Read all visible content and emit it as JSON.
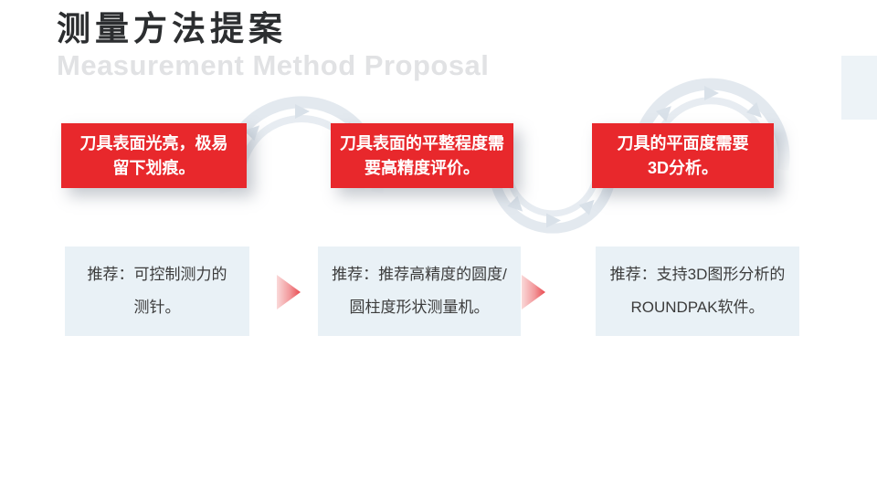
{
  "slide": {
    "title": "测量方法提案",
    "subtitle": "Measurement Method Proposal"
  },
  "problem_cards": [
    {
      "text": "刀具表面光亮，极易\n留下划痕。"
    },
    {
      "text": "刀具表面的平整程度需\n要高精度评价。"
    },
    {
      "text": "刀具的平面度需要\n3D分析。"
    }
  ],
  "recommendation_cards": [
    {
      "text": "推荐：可控制测力的\n测针。"
    },
    {
      "text": "推荐：推荐高精度的圆度/\n圆柱度形状测量机。"
    },
    {
      "text": "推荐：支持3D图形分析的\nROUNDPAK软件。"
    }
  ],
  "icons": {
    "flow_arrow": "right-gradient-triangle",
    "ring_arrow": "flow-direction-triangle"
  },
  "colors": {
    "accent_red": "#E8282C",
    "panel_blue": "#E9F1F6",
    "ring_gray": "#E3E9EF",
    "subtitle_gray": "#E1E2E4",
    "corner_block_blue": "#EDF3F7",
    "title_dark": "#2C2E30",
    "card_text_white": "#FFFFFF",
    "reco_text_dark": "#3C3C3C"
  }
}
